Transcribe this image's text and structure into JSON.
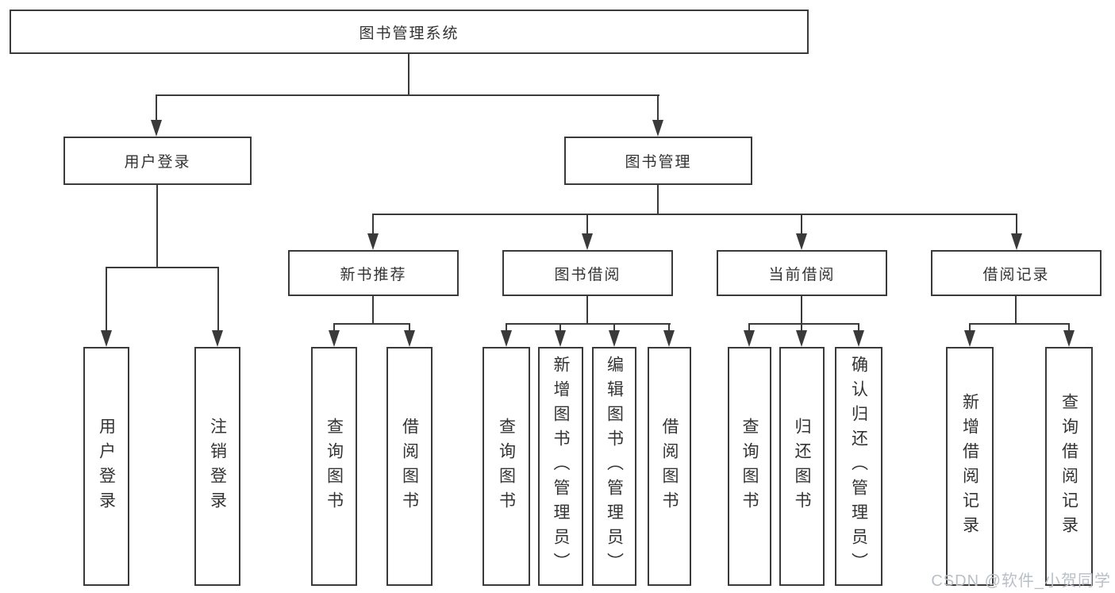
{
  "nodes": {
    "root": "图书管理系统",
    "level2": [
      "用户登录",
      "图书管理"
    ],
    "level3": [
      "新书推荐",
      "图书借阅",
      "当前借阅",
      "借阅记录"
    ],
    "leaves": {
      "user_login": [
        "用户登录",
        "注销登录"
      ],
      "new_book": [
        "查询图书",
        "借阅图书"
      ],
      "book_borrow": [
        "查询图书",
        "新增图书（管理员）",
        "编辑图书（管理员）",
        "借阅图书"
      ],
      "current_borrow": [
        "查询图书",
        "归还图书",
        "确认归还（管理员）"
      ],
      "borrow_record": [
        "新增借阅记录",
        "查询借阅记录"
      ]
    }
  },
  "watermark": "CSDN @软件_小贺同学",
  "colors": {
    "line": "#3a3a3a",
    "text": "#333333",
    "watermark": "#b9bfc6",
    "background": "#ffffff"
  }
}
